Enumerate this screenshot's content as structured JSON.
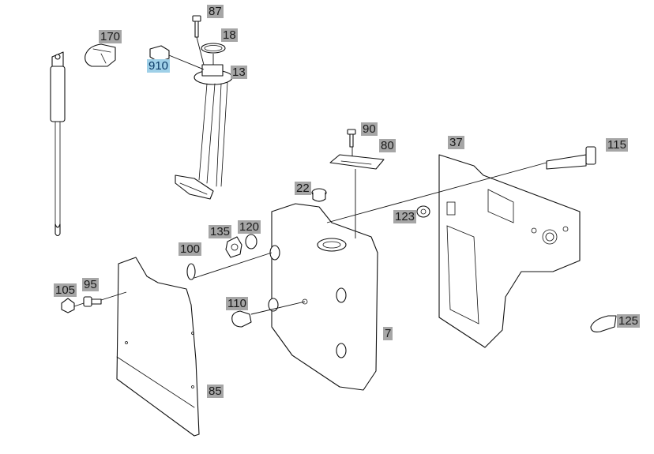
{
  "colors": {
    "callout_bg": "#a6a6a6",
    "callout_highlight_bg": "#9fd0e8",
    "line": "#111111"
  },
  "callouts": [
    {
      "id": "87",
      "label": "87",
      "highlighted": false
    },
    {
      "id": "18",
      "label": "18",
      "highlighted": false
    },
    {
      "id": "170",
      "label": "170",
      "highlighted": false
    },
    {
      "id": "910",
      "label": "910",
      "highlighted": true
    },
    {
      "id": "13",
      "label": "13",
      "highlighted": false
    },
    {
      "id": "90",
      "label": "90",
      "highlighted": false
    },
    {
      "id": "80",
      "label": "80",
      "highlighted": false
    },
    {
      "id": "37",
      "label": "37",
      "highlighted": false
    },
    {
      "id": "115",
      "label": "115",
      "highlighted": false
    },
    {
      "id": "22",
      "label": "22",
      "highlighted": false
    },
    {
      "id": "123",
      "label": "123",
      "highlighted": false
    },
    {
      "id": "135",
      "label": "135",
      "highlighted": false
    },
    {
      "id": "120",
      "label": "120",
      "highlighted": false
    },
    {
      "id": "100",
      "label": "100",
      "highlighted": false
    },
    {
      "id": "105",
      "label": "105",
      "highlighted": false
    },
    {
      "id": "95",
      "label": "95",
      "highlighted": false
    },
    {
      "id": "110",
      "label": "110",
      "highlighted": false
    },
    {
      "id": "7",
      "label": "7",
      "highlighted": false
    },
    {
      "id": "125",
      "label": "125",
      "highlighted": false
    },
    {
      "id": "85",
      "label": "85",
      "highlighted": false
    }
  ]
}
